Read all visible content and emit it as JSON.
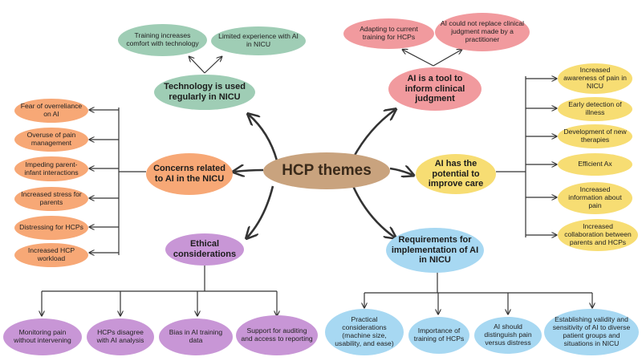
{
  "diagram": {
    "center": "HCP themes",
    "themes": {
      "technology": {
        "label": "Technology is used regularly in NICU",
        "children": [
          "Training increases comfort with technology",
          "Limited experience with AI in NICU"
        ]
      },
      "tool": {
        "label": "AI is a tool to inform clinical judgment",
        "children": [
          "Adapting to current training for HCPs",
          "AI could not replace clinical judgment made by a practitioner"
        ]
      },
      "potential": {
        "label": "AI has the potential to improve care",
        "children": [
          "Increased awareness of pain in NICU",
          "Early detection of illness",
          "Development of new therapies",
          "Efficient Ax",
          "Increased information about pain",
          "Increased collaboration between parents and HCPs"
        ]
      },
      "concerns": {
        "label": "Concerns related to AI in the NICU",
        "children": [
          "Fear of overreliance on AI",
          "Overuse of pain management",
          "Impeding parent-infant interactions",
          "Increased stress for parents",
          "Distressing for HCPs",
          "Increased HCP workload"
        ]
      },
      "ethical": {
        "label": "Ethical considerations",
        "children": [
          "Monitoring pain without intervening",
          "HCPs disagree with AI analysis",
          "Bias in AI training data",
          "Support for auditing and access to reporting"
        ]
      },
      "requirements": {
        "label": "Requirements for implementation of AI in NICU",
        "children": [
          "Practical considerations (machine size, usability, and ease)",
          "Importance of training of HCPs",
          "AI should distinguish pain versus distress",
          "Establishing validity and sensitivity of AI to diverse patient groups and situations in NICU"
        ]
      }
    },
    "colors": {
      "center": "#c9a37e",
      "technology": "#9fcdb5",
      "tool": "#f19a9e",
      "potential": "#f7dd73",
      "concerns": "#f7a876",
      "ethical": "#c896d6",
      "requirements": "#a7d8f2",
      "connector": "#333333"
    }
  }
}
